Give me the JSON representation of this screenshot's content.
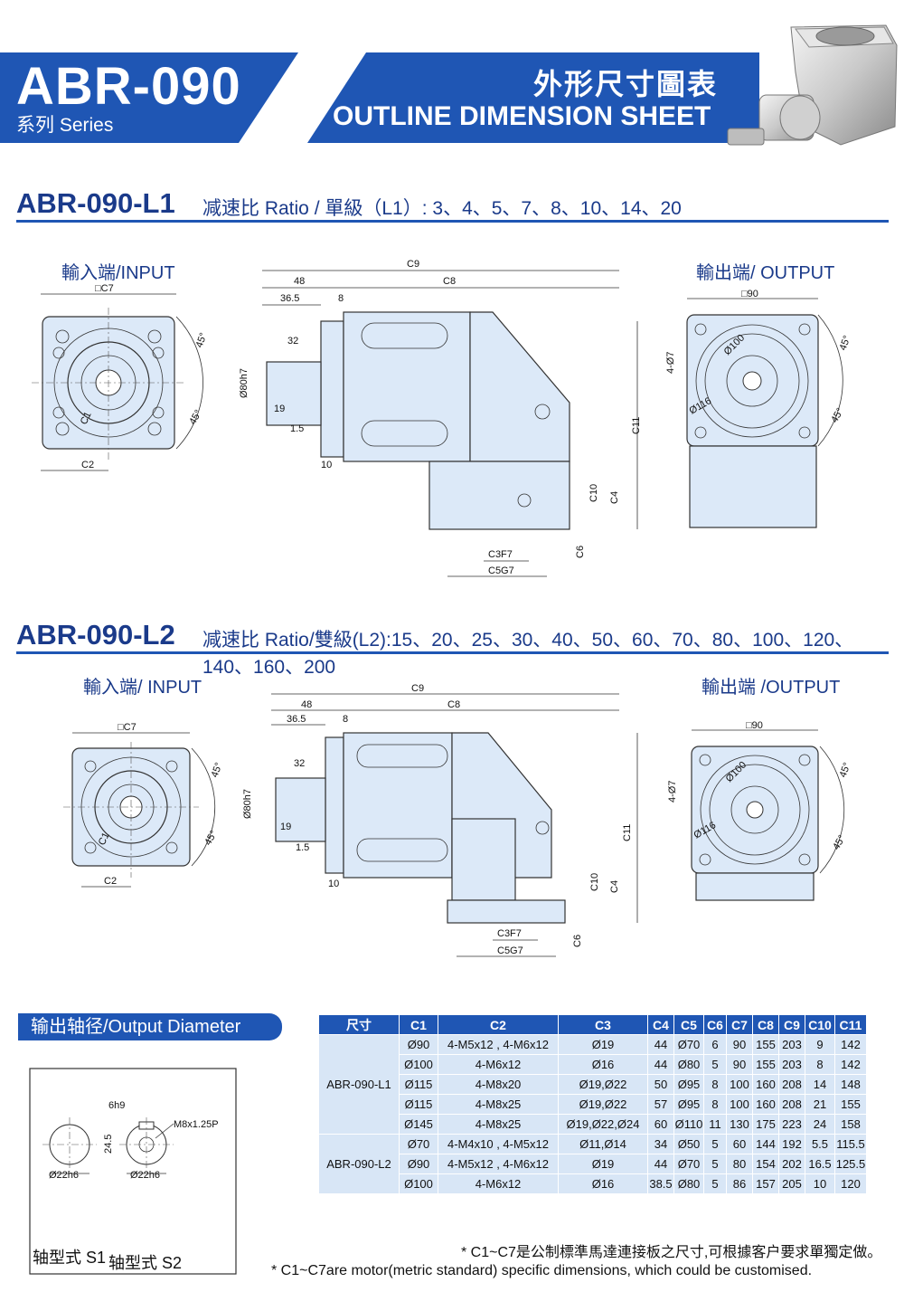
{
  "header": {
    "model": "ABR-090",
    "series": "系列 Series",
    "title_cn": "外形尺寸圖表",
    "title_en": "OUTLINE DIMENSION SHEET"
  },
  "section1": {
    "title": "ABR-090-L1",
    "ratio": "减速比 Ratio / 單級（L1）: 3、4、5、7、8、10、14、20",
    "input_label": "輸入端/INPUT",
    "output_label": "輸出端/ OUTPUT"
  },
  "section2": {
    "title": "ABR-090-L2",
    "ratio": "减速比 Ratio/雙級(L2):15、20、25、30、40、50、60、70、80、100、120、140、160、200",
    "input_label": "輸入端/ INPUT",
    "output_label": "輸出端 /OUTPUT"
  },
  "dims": {
    "c7": "□C7",
    "c1": "C1",
    "c2": "C2",
    "c9": "C9",
    "c8": "C8",
    "d48": "48",
    "d365": "36.5",
    "d8": "8",
    "d32": "32",
    "d19": "19",
    "d15": "1.5",
    "d10": "10",
    "phi80": "Ø80h7",
    "c11": "C11",
    "c10": "C10",
    "c4": "C4",
    "c6": "C6",
    "c3": "C3F7",
    "c5": "C5G7",
    "sq90": "□90",
    "hole": "4-Ø7",
    "phi100": "Ø100",
    "phi116": "Ø116",
    "deg45": "45°"
  },
  "output_diameter": {
    "title": "输出轴径/Output Diameter",
    "s1_label": "轴型式 S1",
    "s2_label": "轴型式 S2",
    "phi22_a": "Ø22h6",
    "phi22_b": "Ø22h6",
    "key": "6h9",
    "height": "24.5",
    "thread": "M8x1.25P"
  },
  "table": {
    "headers": [
      "尺寸",
      "C1",
      "C2",
      "C3",
      "C4",
      "C5",
      "C6",
      "C7",
      "C8",
      "C9",
      "C10",
      "C11"
    ],
    "groups": [
      {
        "model": "ABR-090-L1",
        "rows": [
          [
            "Ø90",
            "4-M5x12 , 4-M6x12",
            "Ø19",
            "44",
            "Ø70",
            "6",
            "90",
            "155",
            "203",
            "9",
            "142"
          ],
          [
            "Ø100",
            "4-M6x12",
            "Ø16",
            "44",
            "Ø80",
            "5",
            "90",
            "155",
            "203",
            "8",
            "142"
          ],
          [
            "Ø115",
            "4-M8x20",
            "Ø19,Ø22",
            "50",
            "Ø95",
            "8",
            "100",
            "160",
            "208",
            "14",
            "148"
          ],
          [
            "Ø115",
            "4-M8x25",
            "Ø19,Ø22",
            "57",
            "Ø95",
            "8",
            "100",
            "160",
            "208",
            "21",
            "155"
          ],
          [
            "Ø145",
            "4-M8x25",
            "Ø19,Ø22,Ø24",
            "60",
            "Ø110",
            "11",
            "130",
            "175",
            "223",
            "24",
            "158"
          ]
        ]
      },
      {
        "model": "ABR-090-L2",
        "rows": [
          [
            "Ø70",
            "4-M4x10 , 4-M5x12",
            "Ø11,Ø14",
            "34",
            "Ø50",
            "5",
            "60",
            "144",
            "192",
            "5.5",
            "115.5"
          ],
          [
            "Ø90",
            "4-M5x12 , 4-M6x12",
            "Ø19",
            "44",
            "Ø70",
            "5",
            "80",
            "154",
            "202",
            "16.5",
            "125.5"
          ],
          [
            "Ø100",
            "4-M6x12",
            "Ø16",
            "38.5",
            "Ø80",
            "5",
            "86",
            "157",
            "205",
            "10",
            "120"
          ]
        ]
      }
    ]
  },
  "notes": {
    "cn": "* C1~C7是公制標準馬達連接板之尺寸,可根據客户要求單獨定做。",
    "en": "* C1~C7are motor(metric standard) specific dimensions, which could be customised."
  },
  "colors": {
    "brand": "#1f56b4",
    "table_fill": "#d8e6f6",
    "part_fill": "#dce9f8"
  }
}
